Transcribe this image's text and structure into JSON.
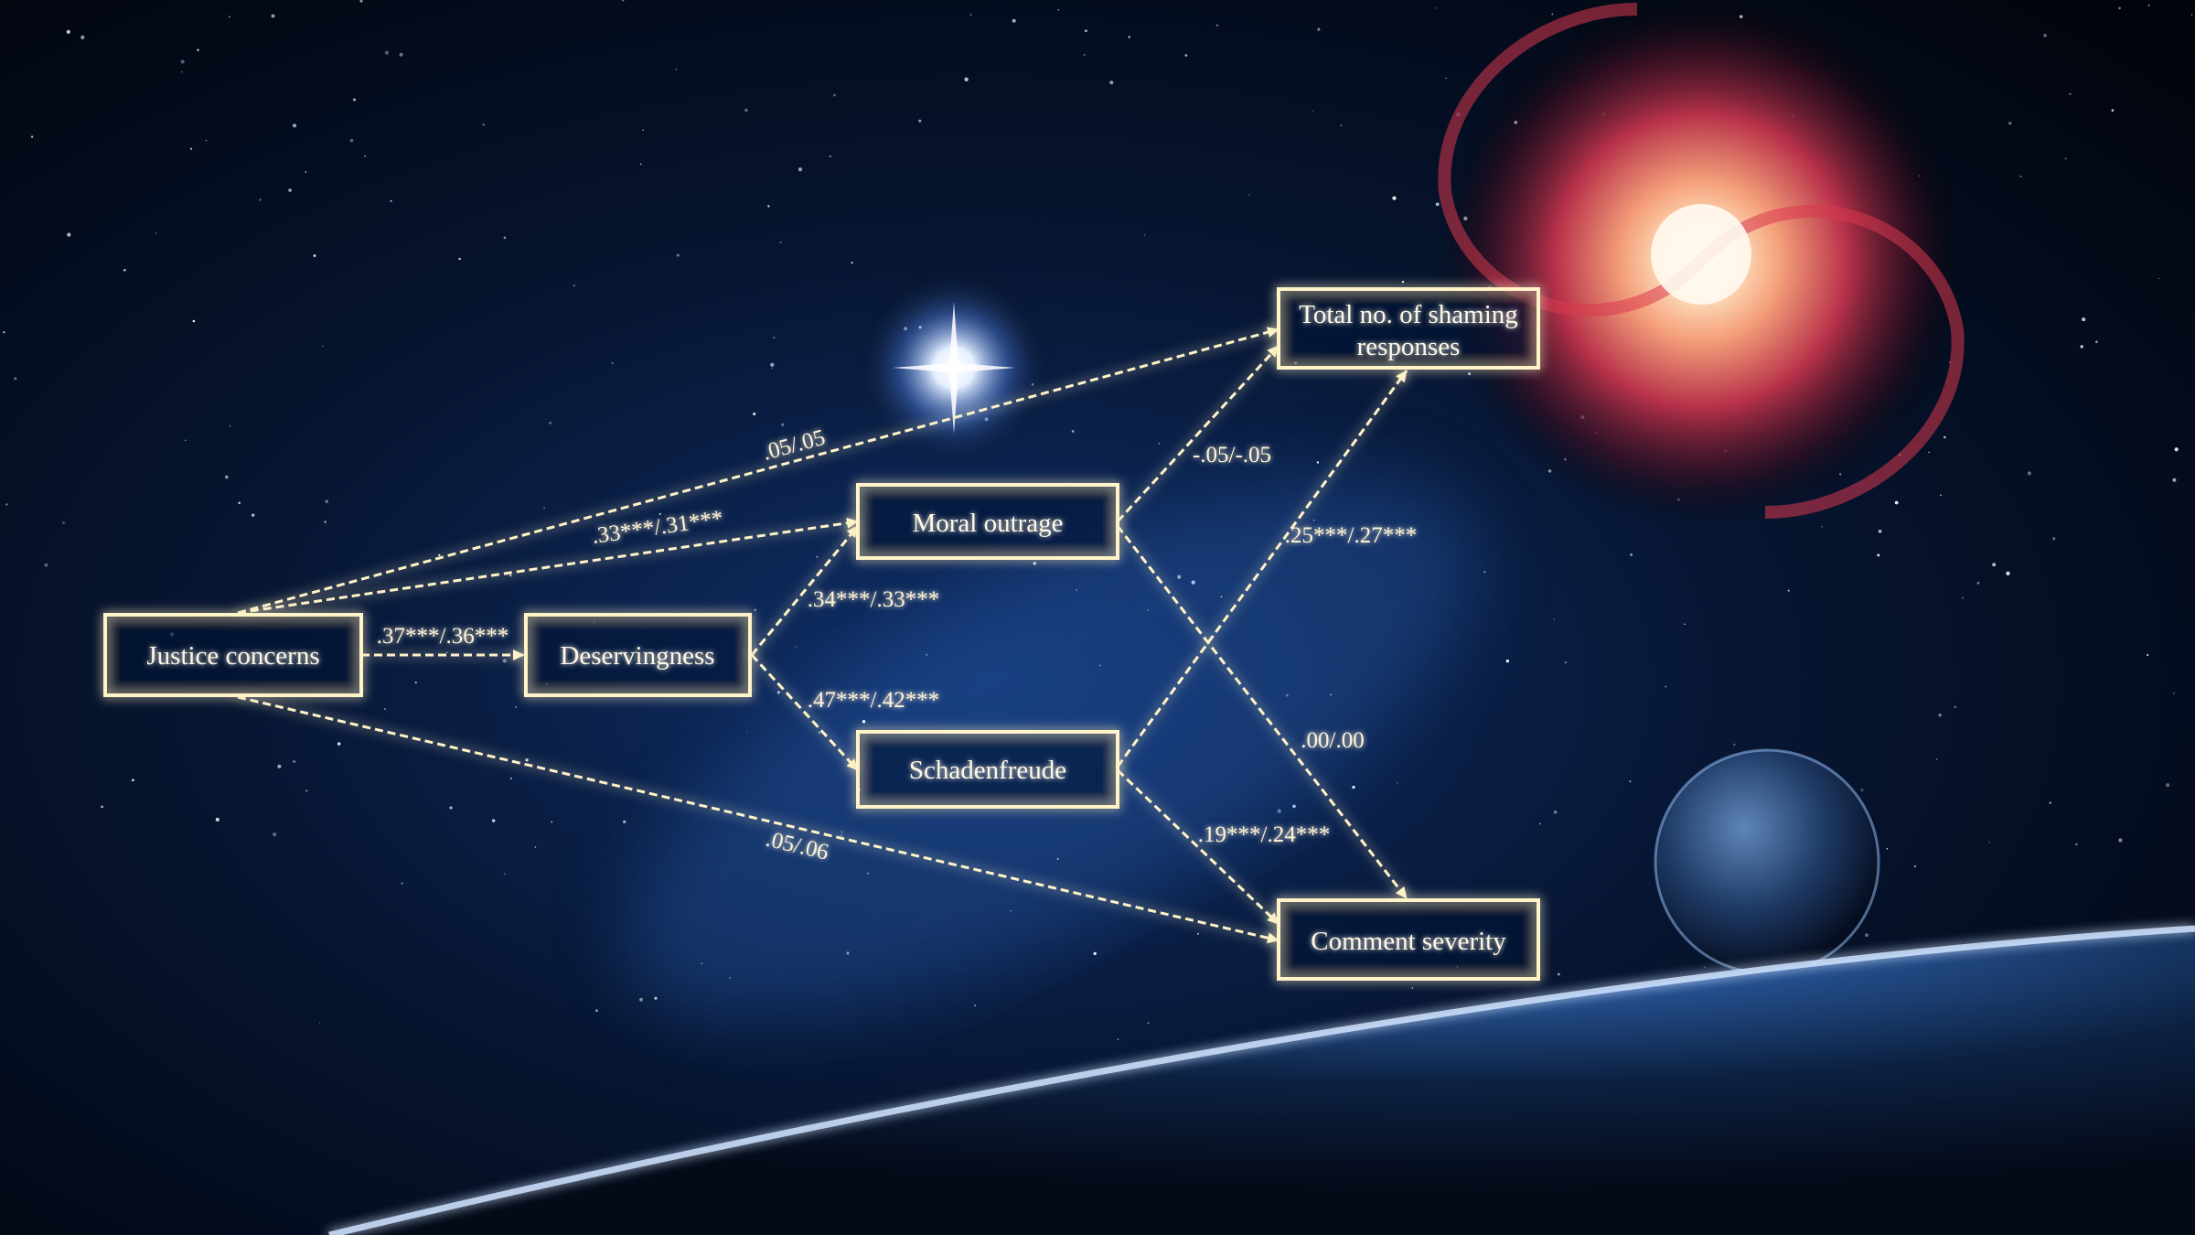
{
  "colors": {
    "line": "#fff3c8",
    "glow": "#ffe9a8",
    "sky": "#050d24",
    "planet_rim": "#7fb6ff"
  },
  "nodes": {
    "justice": "Justice concerns",
    "deserving": "Deservingness",
    "moral": "Moral outrage",
    "schaden": "Schadenfreude",
    "total_line1": "Total no. of shaming",
    "total_line2": "responses",
    "comment": "Comment severity"
  },
  "edges": {
    "justice_total": ".05/.05",
    "justice_moral": ".33***/.31***",
    "justice_deserving": ".37***/.36***",
    "justice_comment": ".05/.06",
    "deserving_moral": ".34***/.33***",
    "deserving_schaden": ".47***/.42***",
    "moral_total": "-.05/-.05",
    "moral_comment": ".00/.00",
    "schaden_total": ".25***/.27***",
    "schaden_comment": ".19***/.24***"
  }
}
